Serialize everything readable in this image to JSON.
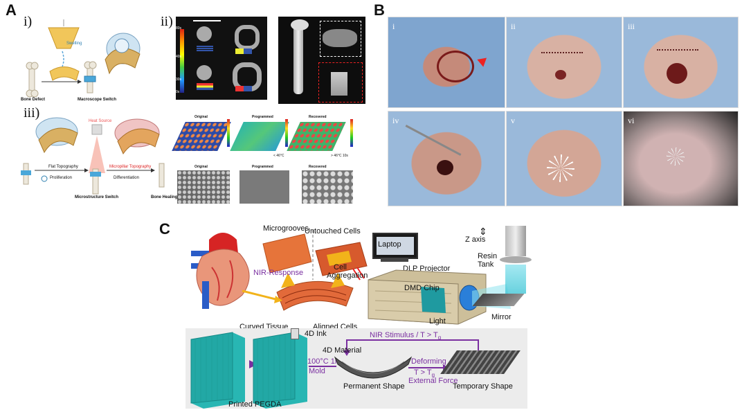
{
  "panels": {
    "A": {
      "letter": "A",
      "i": {
        "label": "i)",
        "swelling": "Swelling",
        "bone_defect": "Bone Defect",
        "macroscope_switch": "Macroscope Switch"
      },
      "ii": {
        "label": "ii)",
        "time_ticks": [
          "80s",
          "40s",
          "30s",
          "0s"
        ]
      },
      "iii": {
        "label": "iii)",
        "heat_source": "Heat Source",
        "flat_topography": "Flat Topography",
        "micropillar_topography": "Micropillar Topography",
        "proliferation": "Proliferation",
        "differentiation": "Differentiation",
        "microstructure_switch": "Microstructure Switch",
        "bone_healing": "Bone Healing"
      },
      "topo": {
        "original": "Original",
        "programmed": "Programmed",
        "recovered": "Recovered",
        "cond1": "< 46°C",
        "cond2": "> 46°C 10s"
      }
    },
    "B": {
      "letter": "B",
      "subpanels": [
        "i",
        "ii",
        "iii",
        "iv",
        "v",
        "vi"
      ]
    },
    "C": {
      "letter": "C",
      "microgrooves": "Microgrooves",
      "untouched_cells": "Untouched Cells",
      "nir_response": "NIR-Response",
      "cell_aggregation_1": "Cell",
      "cell_aggregation_2": "Aggregation",
      "curved_tissue": "Curved Tissue",
      "aligned_cells": "Aligned Cells",
      "laptop": "Laptop",
      "z_axis": "Z axis",
      "resin": "Resin",
      "tank": "Tank",
      "dlp_projector": "DLP Projector",
      "dmd_chip": "DMD Chip",
      "light": "Light",
      "mirror": "Mirror",
      "ink_4d": "4D Ink",
      "nir_stimulus": "NIR Stimulus / T > T",
      "nir_sub": "g",
      "material_4d": "4D Material",
      "heat_mold_1": "100°C 1h",
      "heat_mold_2": "Mold",
      "deforming": "Deforming",
      "t_gt": "T > T",
      "t_sub": "g",
      "external_force": "External Force",
      "permanent_shape": "Permanent Shape",
      "temporary_shape": "Temporary Shape",
      "printed_pegda": "Printed PEGDA"
    }
  },
  "colors": {
    "purple": "#7a2fa0",
    "teal": "#2db3ad",
    "gold": "#f2b31a"
  }
}
